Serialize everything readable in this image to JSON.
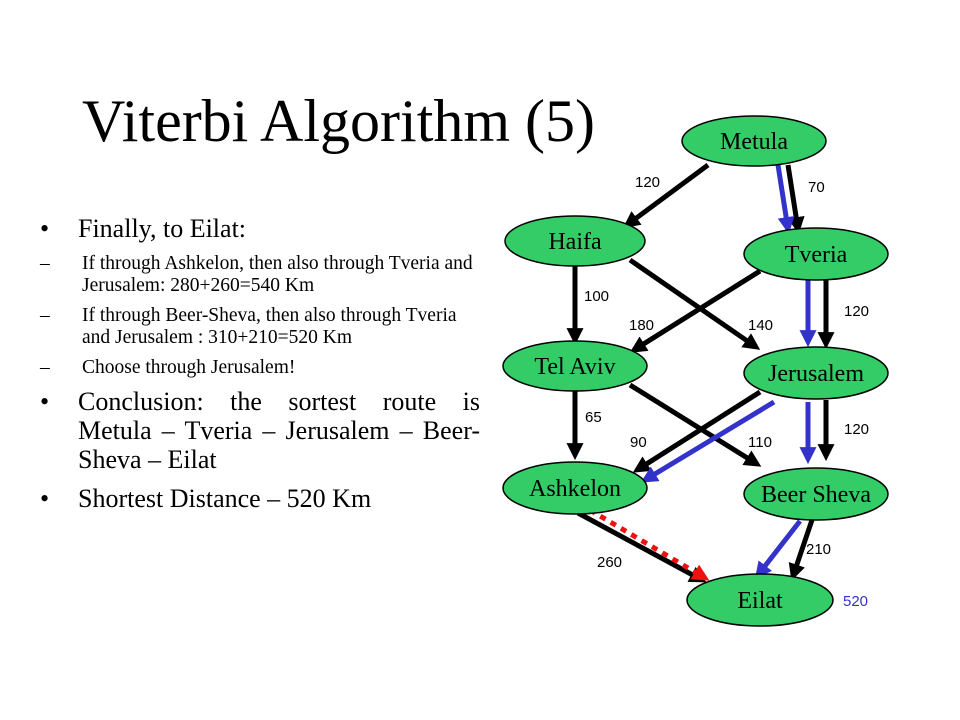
{
  "title": "Viterbi Algorithm (5)",
  "bullets": {
    "b1": "Finally, to Eilat:",
    "sub1": "If through Ashkelon, then also through Tveria and Jerusalem: 280+260=540 Km",
    "sub2": "If through Beer-Sheva, then also through Tveria and Jerusalem : 310+210=520 Km",
    "sub3": "Choose through Jerusalem!",
    "b2": "Conclusion: the sortest route is Metula – Tveria – Jerusalem – Beer-Sheva – Eilat",
    "b3": "Shortest Distance – 520 Km"
  },
  "graph": {
    "nodes": {
      "metula": "Metula",
      "haifa": "Haifa",
      "tveria": "Tveria",
      "telaviv": "Tel Aviv",
      "jerusalem": "Jerusalem",
      "ashkelon": "Ashkelon",
      "beersheva": "Beer Sheva",
      "eilat": "Eilat"
    },
    "edges": {
      "metula_haifa": "120",
      "metula_tveria": "70",
      "haifa_telaviv": "100",
      "tveria_telaviv": "180",
      "haifa_jerusalem": "140",
      "tveria_jerusalem": "120",
      "telaviv_ashkelon": "65",
      "jerusalem_ashkelon": "90",
      "telaviv_beersheva": "110",
      "jerusalem_beersheva": "120",
      "beersheva_eilat": "210",
      "ashkelon_eilat": "260"
    },
    "total": "520"
  },
  "colors": {
    "node_fill": "#33cc66",
    "edge": "#000000",
    "path_highlight": "#3333cc",
    "rejected_path": "#ee1111",
    "total_label": "#3333cc"
  }
}
